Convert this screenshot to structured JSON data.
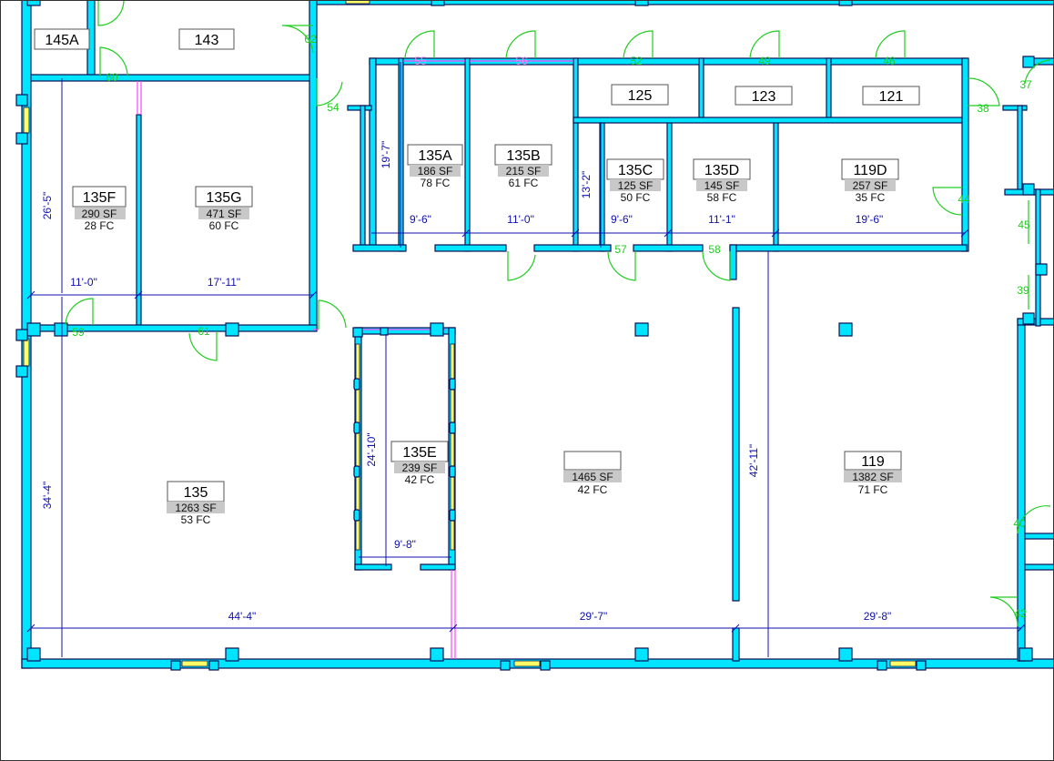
{
  "colors": {
    "wall": "#00e5ff",
    "wall_edge": "#0a0f55",
    "dimension": "#1010b0",
    "door": "#22cc22",
    "window": "#ffff66",
    "partition": "#ff44ff",
    "sf_highlight": "#c8c8c8"
  },
  "rooms": [
    {
      "id": "145A",
      "name": "145A"
    },
    {
      "id": "143",
      "name": "143"
    },
    {
      "id": "125",
      "name": "125"
    },
    {
      "id": "123",
      "name": "123"
    },
    {
      "id": "121",
      "name": "121"
    },
    {
      "id": "135F",
      "name": "135F",
      "sf": "290  SF",
      "fc": "28  FC"
    },
    {
      "id": "135G",
      "name": "135G",
      "sf": "471  SF",
      "fc": "60  FC"
    },
    {
      "id": "135A",
      "name": "135A",
      "sf": "186  SF",
      "fc": "78  FC"
    },
    {
      "id": "135B",
      "name": "135B",
      "sf": "215  SF",
      "fc": "61  FC"
    },
    {
      "id": "135C",
      "name": "135C",
      "sf": "125  SF",
      "fc": "50  FC"
    },
    {
      "id": "135D",
      "name": "135D",
      "sf": "145  SF",
      "fc": "58  FC"
    },
    {
      "id": "119D",
      "name": "119D",
      "sf": "257  SF",
      "fc": "35  FC"
    },
    {
      "id": "135E",
      "name": "135E",
      "sf": "239  SF",
      "fc": "42  FC"
    },
    {
      "id": "135",
      "name": "135",
      "sf": "1263  SF",
      "fc": "53  FC"
    },
    {
      "id": "corridor",
      "name": "",
      "sf": "1465  SF",
      "fc": "42  FC"
    },
    {
      "id": "119",
      "name": "119",
      "sf": "1382  SF",
      "fc": "71  FC"
    }
  ],
  "dimensions": [
    {
      "id": "d-26-5",
      "text": "26'-5\""
    },
    {
      "id": "d-11-0-a",
      "text": "11'-0\""
    },
    {
      "id": "d-17-11",
      "text": "17'-11\""
    },
    {
      "id": "d-19-7",
      "text": "19'-7\""
    },
    {
      "id": "d-9-6-a",
      "text": "9'-6\""
    },
    {
      "id": "d-11-0-b",
      "text": "11'-0\""
    },
    {
      "id": "d-13-2",
      "text": "13'-2\""
    },
    {
      "id": "d-9-6-b",
      "text": "9'-6\""
    },
    {
      "id": "d-11-1",
      "text": "11'-1\""
    },
    {
      "id": "d-19-6",
      "text": "19'-6\""
    },
    {
      "id": "d-24-10",
      "text": "24'-10\""
    },
    {
      "id": "d-9-8",
      "text": "9'-8\""
    },
    {
      "id": "d-34-4",
      "text": "34'-4\""
    },
    {
      "id": "d-42-11",
      "text": "42'-11\""
    },
    {
      "id": "d-44-4",
      "text": "44'-4\""
    },
    {
      "id": "d-29-7",
      "text": "29'-7\""
    },
    {
      "id": "d-29-8",
      "text": "29'-8\""
    }
  ],
  "doors": [
    "60",
    "62",
    "54",
    "55",
    "56",
    "52",
    "49",
    "46",
    "37",
    "38",
    "44",
    "45",
    "39",
    "57",
    "58",
    "59",
    "61",
    "40",
    "42"
  ]
}
